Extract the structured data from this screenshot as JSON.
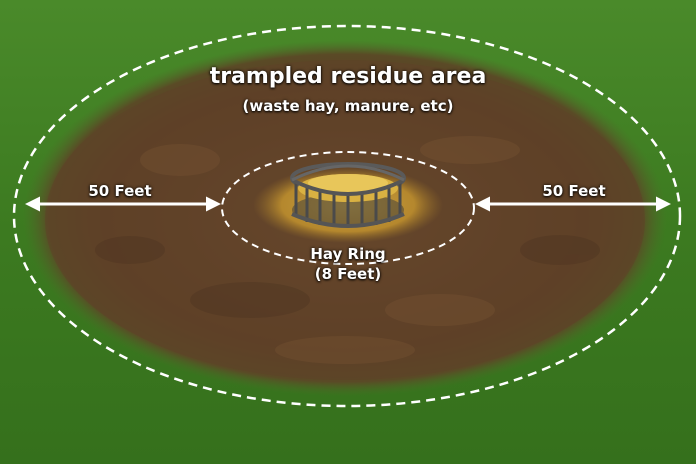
{
  "labels": {
    "area_title": "trampled residue area",
    "area_subtitle": "(waste hay, manure, etc)",
    "left_distance": "50 Feet",
    "right_distance": "50 Feet",
    "ring_name": "Hay Ring",
    "ring_size": "(8 Feet)"
  },
  "colors": {
    "grass": "#3f7f22",
    "dirt": "#6b4a2e",
    "hay": "#d4a93a",
    "ring_metal": "#4a4a4a",
    "annotation": "#ffffff"
  },
  "icons": {
    "arrows": "double-headed-arrow",
    "ring": "hay-ring-feeder"
  }
}
